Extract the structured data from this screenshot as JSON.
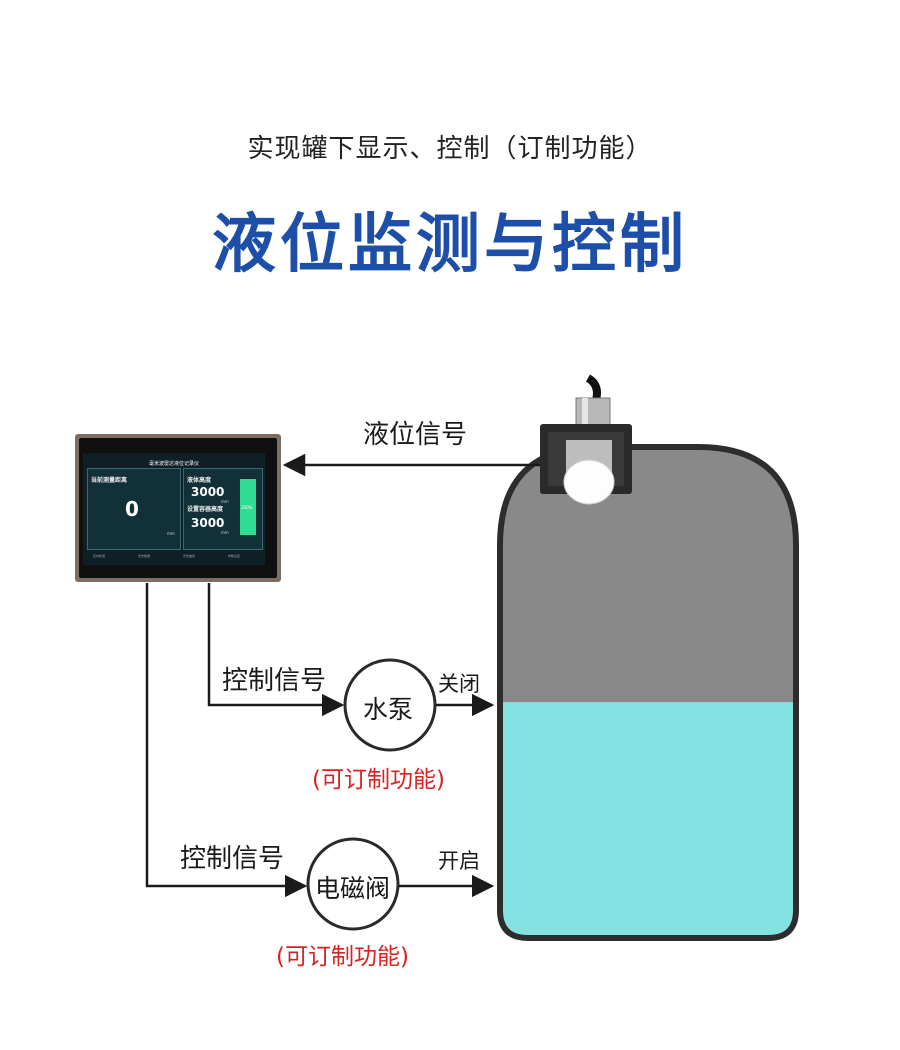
{
  "header": {
    "subtitle": "实现罐下显示、控制（订制功能）",
    "title": "液位监测与控制"
  },
  "signals": {
    "level_signal": "液位信号",
    "control_signal_1": "控制信号",
    "control_signal_2": "控制信号"
  },
  "devices": {
    "pump": {
      "label": "水泵",
      "action": "关闭",
      "note": "(可订制功能)"
    },
    "valve": {
      "label": "电磁阀",
      "action": "开启",
      "note": "(可订制功能)"
    }
  },
  "display": {
    "header": "毫米波雷达液位记录仪",
    "measure_label": "当前测量距离",
    "measure_value": "0",
    "measure_unit": "mm",
    "liquid_label": "液体高度",
    "liquid_value": "3000",
    "liquid_unit": "mm",
    "container_label": "设置容器高度",
    "container_value": "3000",
    "container_unit": "mm",
    "gauge_text": "100%",
    "gauge_level": 1.0,
    "nav": [
      "实时检测",
      "历史数据",
      "历史曲线",
      "参数设置"
    ]
  },
  "tank": {
    "liquid_fraction": 0.48,
    "colors": {
      "empty": "#898989",
      "liquid": "#85e2e3",
      "wall": "#2d2d2d"
    }
  },
  "colors": {
    "title": "#1e4fa8",
    "note": "#d92323",
    "arrow": "#1a1a1a"
  }
}
